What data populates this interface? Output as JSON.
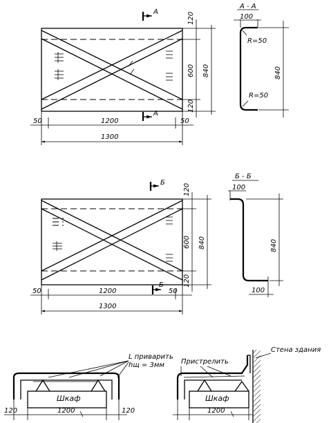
{
  "drawing1": {
    "section_mark": "A",
    "dim_total_width": "1300",
    "dim_inner_width": "1200",
    "dim_margin_left": "50",
    "dim_margin_right": "50",
    "dim_band_top": "120",
    "dim_middle": "600",
    "dim_band_bottom": "120",
    "dim_height": "840"
  },
  "section1": {
    "title": "A - A",
    "dim_flange": "100",
    "radius_top": "R=50",
    "radius_bottom": "R=50",
    "dim_height": "840"
  },
  "drawing2": {
    "section_mark": "Б",
    "dim_total_width": "1300",
    "dim_inner_width": "1200",
    "dim_margin_left": "50",
    "dim_margin_right": "50",
    "dim_band_top": "120",
    "dim_middle": "600",
    "dim_band_bottom": "120",
    "dim_height": "840"
  },
  "section2": {
    "title": "Б - Б",
    "dim_flange_top": "100",
    "dim_flange_bottom": "100",
    "dim_height": "840"
  },
  "install1": {
    "note_line1": "L приварить",
    "note_line2": "hщ = 3мм",
    "box_label": "Шкаф",
    "dim_width": "1200",
    "dim_left": "120",
    "dim_right": "120"
  },
  "install2": {
    "note_fasten": "Пристрелить",
    "note_wall": "Стена здания",
    "box_label": "Шкаф",
    "dim_width": "1200"
  }
}
